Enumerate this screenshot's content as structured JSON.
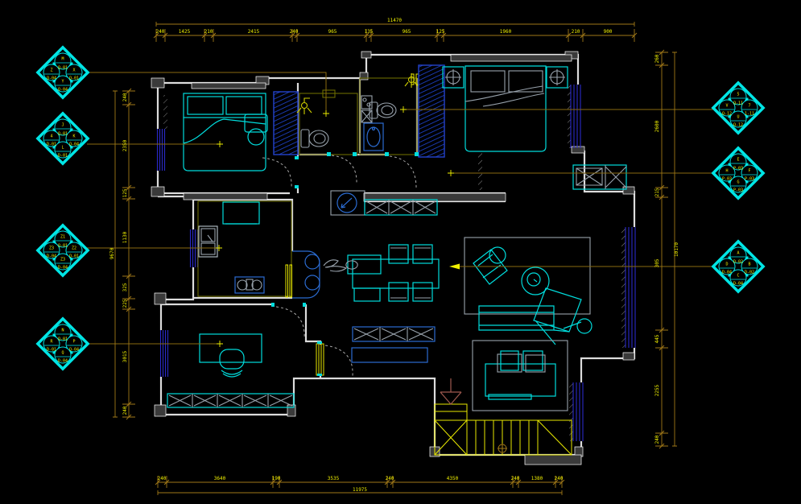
{
  "colors": {
    "background": "#000000",
    "furniture_cyan": "#00dcdc",
    "marker_cyan": "#00e5e5",
    "dim_line": "#a07818",
    "dim_text": "#f0f000",
    "leader": "#8a6a10",
    "wall": "#dcdcdc",
    "wall_fill": "#3a3a3a",
    "window_blue": "#2a2ac8",
    "fixture_gray": "#98a2ac",
    "cabinet_blue": "#2b6bd0",
    "room_outline_olive": "#6b6b00",
    "stairs_yellow": "#e8e800",
    "arrow_brown": "#a05a50"
  },
  "dims": {
    "top": {
      "total": "11470",
      "values": [
        "240",
        "1425",
        "210",
        "2415",
        "240",
        "965",
        "135",
        "965",
        "125",
        "1960",
        "210",
        "900"
      ]
    },
    "bottom": {
      "total": "11975",
      "values": [
        "240",
        "3640",
        "190",
        "3535",
        "240",
        "4350",
        "240",
        "1380",
        "240"
      ]
    },
    "left": {
      "total": "9670",
      "values": [
        "240",
        "2350",
        "125",
        "1130",
        "325",
        "225",
        "3015",
        "240"
      ]
    },
    "right": {
      "total": "10170",
      "values": [
        "260",
        "2600",
        "215",
        "305",
        "445",
        "2255",
        "240"
      ]
    }
  },
  "markers": {
    "left": [
      {
        "top": {
          "label": "M",
          "code": "Q-01"
        },
        "left": {
          "label": "Z",
          "code": "Q-04"
        },
        "right": {
          "label": "X",
          "code": "Q-01"
        },
        "bottom": {
          "label": "Y",
          "code": "Q-04"
        }
      },
      {
        "top": {
          "label": "J",
          "code": "Q-01"
        },
        "left": {
          "label": "4",
          "code": "D-01"
        },
        "right": {
          "label": "K",
          "code": "Q-04"
        },
        "bottom": {
          "label": "L",
          "code": "D-01"
        }
      },
      {
        "top": {
          "label": "Z1",
          "code": "Q-01"
        },
        "left": {
          "label": "Z3",
          "code": "D-04"
        },
        "right": {
          "label": "Z2",
          "code": "Q-01"
        },
        "bottom": {
          "label": "Z3",
          "code": "D-04"
        }
      },
      {
        "top": {
          "label": "N",
          "code": "Q-01"
        },
        "left": {
          "label": "R",
          "code": "D-01"
        },
        "right": {
          "label": "P",
          "code": "Q-04"
        },
        "bottom": {
          "label": "Q",
          "code": "D-04"
        }
      }
    ],
    "right": [
      {
        "top": {
          "label": "5",
          "code": "Q-11"
        },
        "left": {
          "label": "V",
          "code": "Q-12"
        },
        "right": {
          "label": "7",
          "code": "1-11"
        },
        "bottom": {
          "label": "U",
          "code": "Q-12"
        }
      },
      {
        "top": {
          "label": "E",
          "code": "P-03"
        },
        "left": {
          "label": "H",
          "code": "P-03"
        },
        "right": {
          "label": "F",
          "code": "P-03"
        },
        "bottom": {
          "label": "G",
          "code": "P-03"
        }
      },
      {
        "top": {
          "label": "A",
          "code": "D-02"
        },
        "left": {
          "label": "D",
          "code": "D-04"
        },
        "right": {
          "label": "B",
          "code": "D-02"
        },
        "bottom": {
          "label": "C",
          "code": "D-04"
        }
      }
    ]
  }
}
